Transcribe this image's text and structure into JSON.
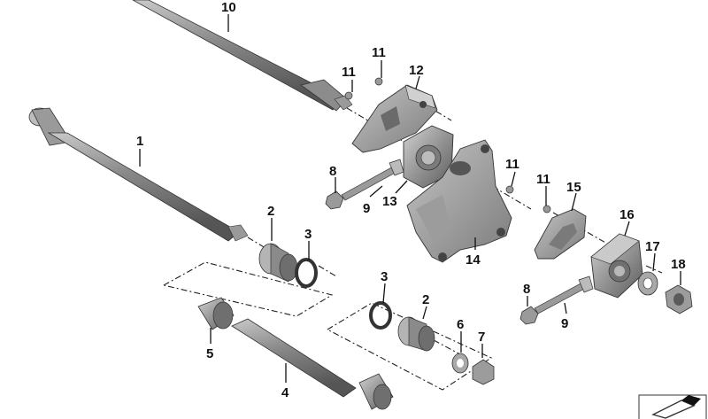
{
  "callouts": [
    {
      "id": "c10",
      "label": "10"
    },
    {
      "id": "c11a",
      "label": "11"
    },
    {
      "id": "c11b",
      "label": "11"
    },
    {
      "id": "c12",
      "label": "12"
    },
    {
      "id": "c1",
      "label": "1"
    },
    {
      "id": "c8a",
      "label": "8"
    },
    {
      "id": "c13",
      "label": "13"
    },
    {
      "id": "c9a",
      "label": "9"
    },
    {
      "id": "c11c",
      "label": "11"
    },
    {
      "id": "c11d",
      "label": "11"
    },
    {
      "id": "c15",
      "label": "15"
    },
    {
      "id": "c2a",
      "label": "2"
    },
    {
      "id": "c3a",
      "label": "3"
    },
    {
      "id": "c16",
      "label": "16"
    },
    {
      "id": "c14",
      "label": "14"
    },
    {
      "id": "c17",
      "label": "17"
    },
    {
      "id": "c18",
      "label": "18"
    },
    {
      "id": "c3b",
      "label": "3"
    },
    {
      "id": "c2b",
      "label": "2"
    },
    {
      "id": "c8b",
      "label": "8"
    },
    {
      "id": "c9b",
      "label": "9"
    },
    {
      "id": "c6",
      "label": "6"
    },
    {
      "id": "c7",
      "label": "7"
    },
    {
      "id": "c5",
      "label": "5"
    },
    {
      "id": "c4",
      "label": "4"
    }
  ],
  "colors": {
    "part_dark": "#6b6b6b",
    "part_mid": "#8e8e8e",
    "part_light": "#b5b5b5",
    "part_highlight": "#d6d6d6",
    "line": "#111111",
    "background": "#ffffff"
  },
  "icons": {
    "corner": "orientation-arrow-icon"
  }
}
